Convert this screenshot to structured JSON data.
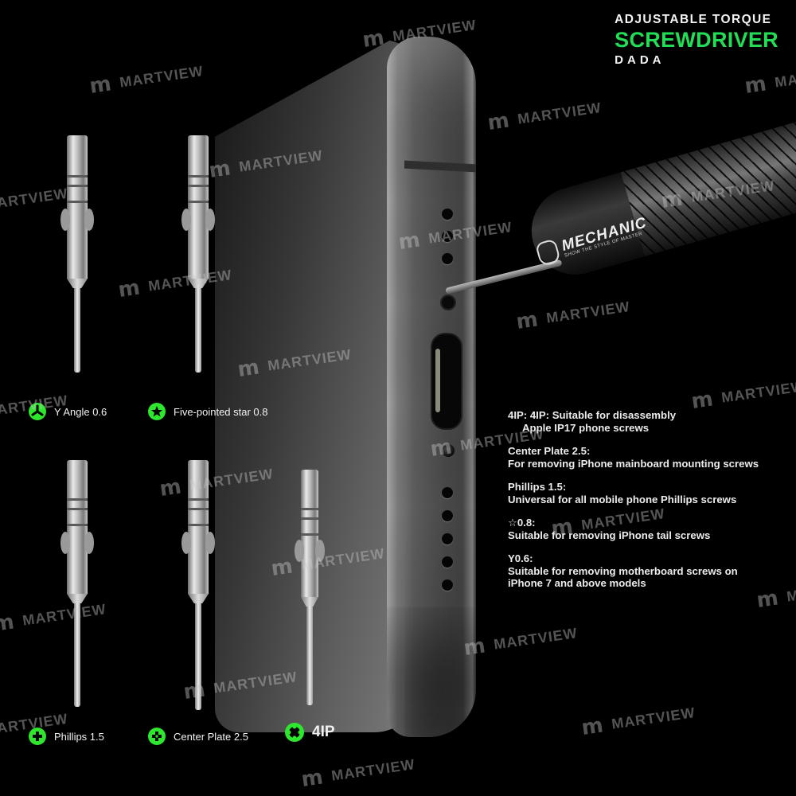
{
  "header": {
    "line1": "ADJUSTABLE TORQUE",
    "line2": "SCREWDRIVER",
    "line3": "DADA",
    "accent_color": "#22dd55"
  },
  "screwdriver": {
    "brand": "MECHANIC",
    "slogan": "SHOW THE STYLE OF MASTER"
  },
  "bits": [
    {
      "label": "Y Angle 0.6",
      "icon": "y-tri-wing-icon"
    },
    {
      "label": "Five-pointed star 0.8",
      "icon": "pentalobe-star-icon"
    },
    {
      "label": "Phillips 1.5",
      "icon": "phillips-cross-icon"
    },
    {
      "label": "Center Plate 2.5",
      "icon": "center-plate-icon"
    },
    {
      "label": "4IP",
      "icon": "torx-4ip-icon"
    }
  ],
  "descriptions": [
    {
      "title": "4IP: 4IP: Suitable for disassembly",
      "body": "Apple IP17 phone screws"
    },
    {
      "title": "Center Plate 2.5:",
      "body": "For removing iPhone mainboard mounting screws"
    },
    {
      "title": "Phillips 1.5:",
      "body": "Universal for all mobile phone Phillips screws"
    },
    {
      "title": "☆0.8:",
      "body": "Suitable for removing iPhone tail screws"
    },
    {
      "title": "Y0.6:",
      "body": "Suitable for removing motherboard screws on iPhone 7 and above models"
    }
  ],
  "watermark": {
    "logo": "m",
    "text": "MARTVIEW"
  }
}
